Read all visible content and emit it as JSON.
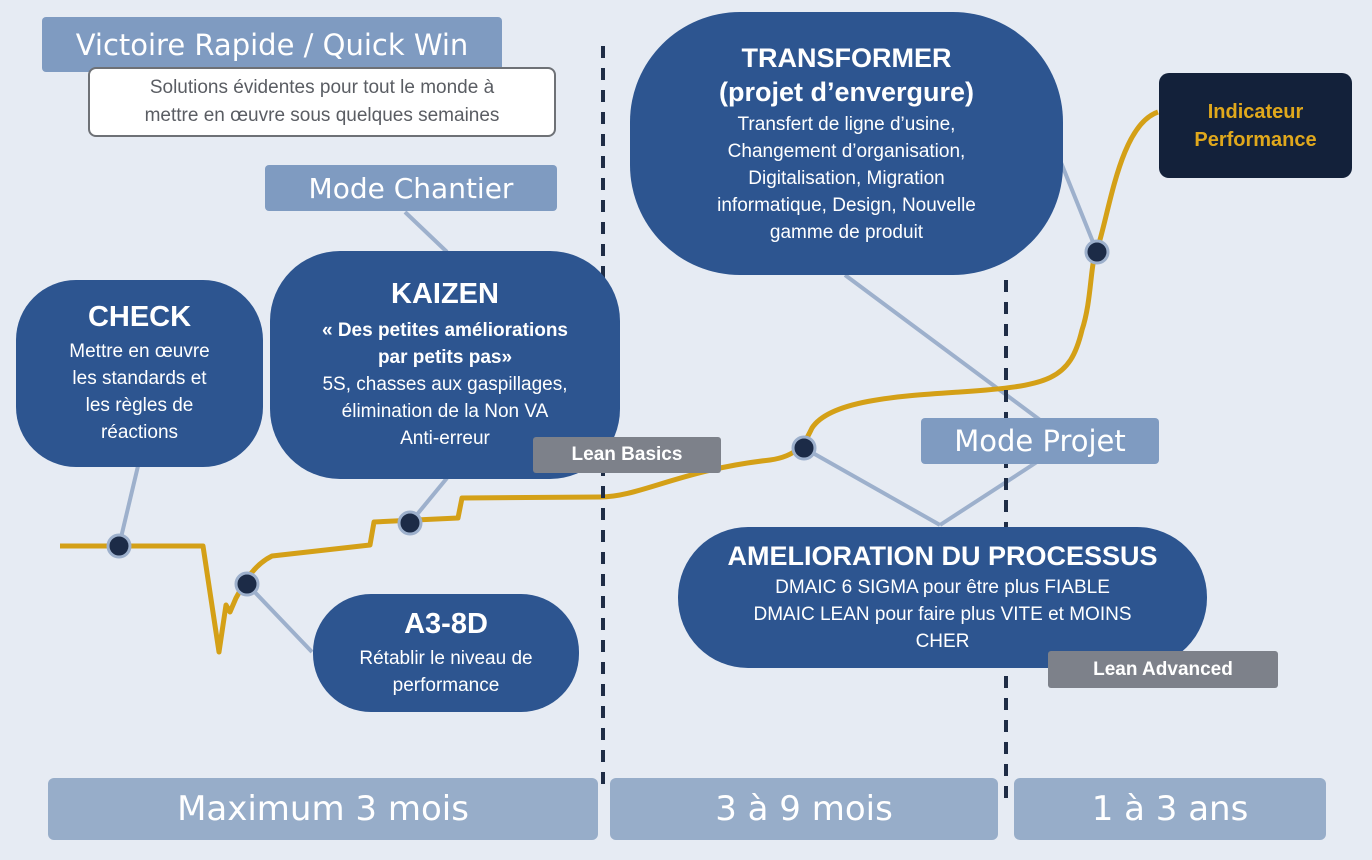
{
  "quick_win": {
    "title": "Victoire Rapide / Quick Win",
    "desc_line1": "Solutions évidentes pour tout le monde à",
    "desc_line2": "mettre en œuvre sous quelques semaines"
  },
  "mode_chantier": "Mode Chantier",
  "mode_projet": "Mode Projet",
  "lean_basics": "Lean Basics",
  "lean_advanced": "Lean Advanced",
  "indicator": {
    "line1": "Indicateur",
    "line2": "Performance"
  },
  "check": {
    "title": "CHECK",
    "lines": [
      "Mettre en œuvre",
      "les standards et",
      "les règles de",
      "réactions"
    ]
  },
  "kaizen": {
    "title": "KAIZEN",
    "quote_line1": "« Des petites améliorations",
    "quote_line2": "par petits pas»",
    "lines": [
      "5S, chasses aux gaspillages,",
      "élimination de la Non VA",
      "Anti-erreur"
    ]
  },
  "a3": {
    "title": "A3-8D",
    "lines": [
      "Rétablir le niveau de",
      "performance"
    ]
  },
  "transformer": {
    "title": "TRANSFORMER",
    "subtitle": "(projet d’envergure)",
    "lines": [
      "Transfert de ligne d’usine,",
      "Changement d’organisation,",
      "Digitalisation, Migration",
      "informatique, Design, Nouvelle",
      "gamme de produit"
    ]
  },
  "amelioration": {
    "title": "AMELIORATION DU PROCESSUS",
    "lines": [
      "DMAIC 6 SIGMA pour être plus FIABLE",
      "DMAIC LEAN pour faire plus VITE et MOINS",
      "CHER"
    ]
  },
  "periods": [
    "Maximum 3 mois",
    "3 à 9 mois",
    "1 à 3 ans"
  ],
  "colors": {
    "background": "#e6ebf3",
    "bubble": "#2d5590",
    "curve": "#d4a017",
    "connector": "#9db0cc",
    "tag": "#7f9bc1",
    "gray_tag": "#7d818a",
    "indicator_bg": "#13213a",
    "indicator_text": "#e0a81c"
  }
}
